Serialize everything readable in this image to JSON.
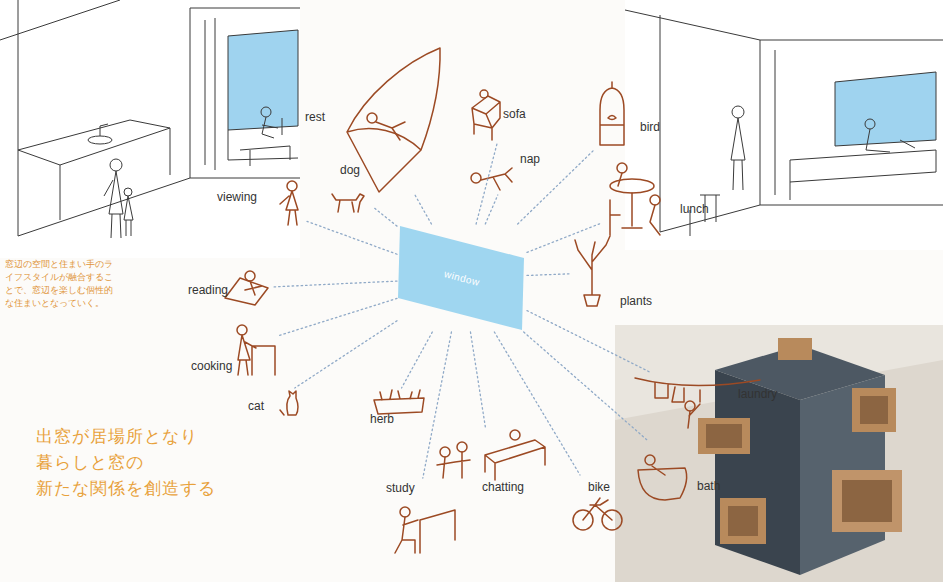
{
  "diagram": {
    "title": "出窓が居場所となり 暮らしと窓の 新たな関係を創造する",
    "nodes": [
      {
        "text": [
          "window"
        ]
      },
      {
        "text": [
          "rest"
        ]
      },
      {
        "text": [
          "sofa"
        ]
      },
      {
        "text": [
          "bird"
        ]
      },
      {
        "text": [
          "nap"
        ]
      },
      {
        "text": [
          "dog"
        ]
      },
      {
        "text": [
          "viewing"
        ]
      },
      {
        "text": [
          "lunch"
        ]
      },
      {
        "text": [
          "reading"
        ]
      },
      {
        "text": [
          "plants"
        ]
      },
      {
        "text": [
          "cooking"
        ]
      },
      {
        "text": [
          "laundry"
        ]
      },
      {
        "text": [
          "cat"
        ]
      },
      {
        "text": [
          "herb"
        ]
      },
      {
        "text": [
          "bath"
        ]
      },
      {
        "text": [
          "chatting"
        ]
      },
      {
        "text": [
          "study"
        ]
      },
      {
        "text": [
          "bike"
        ]
      }
    ],
    "edges": [
      {
        "from": 0,
        "to": 1,
        "arrow": "none"
      },
      {
        "from": 0,
        "to": 2,
        "arrow": "none"
      },
      {
        "from": 0,
        "to": 3,
        "arrow": "none"
      },
      {
        "from": 0,
        "to": 4,
        "arrow": "none"
      },
      {
        "from": 0,
        "to": 5,
        "arrow": "none"
      },
      {
        "from": 0,
        "to": 6,
        "arrow": "none"
      },
      {
        "from": 0,
        "to": 7,
        "arrow": "none"
      },
      {
        "from": 0,
        "to": 8,
        "arrow": "none"
      },
      {
        "from": 0,
        "to": 9,
        "arrow": "none"
      },
      {
        "from": 0,
        "to": 10,
        "arrow": "none"
      },
      {
        "from": 0,
        "to": 11,
        "arrow": "none"
      },
      {
        "from": 0,
        "to": 12,
        "arrow": "none"
      },
      {
        "from": 0,
        "to": 13,
        "arrow": "none"
      },
      {
        "from": 0,
        "to": 14,
        "arrow": "none"
      },
      {
        "from": 0,
        "to": 15,
        "arrow": "none"
      },
      {
        "from": 0,
        "to": 16,
        "arrow": "none"
      },
      {
        "from": 0,
        "to": 17,
        "arrow": "none"
      }
    ],
    "labels": [
      "窓辺の空間と住まい手のラ イフスタイルが融合するこ とで、窓辺を楽しむ個性的 な住まいとなっていく。"
    ]
  }
}
